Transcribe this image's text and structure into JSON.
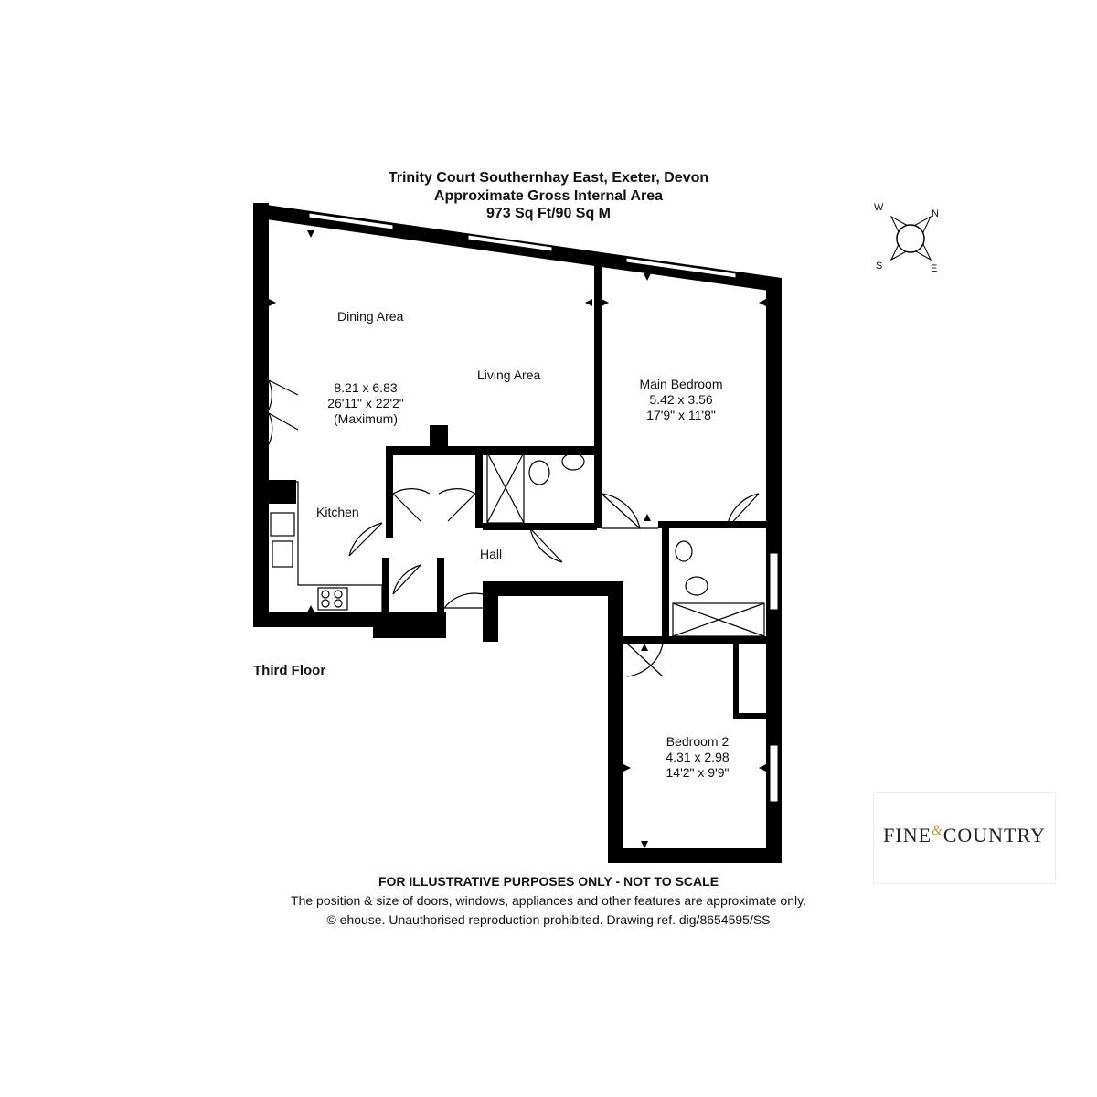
{
  "header": {
    "title": "Trinity Court Southernhay East, Exeter, Devon",
    "subtitle": "Approximate Gross Internal Area",
    "area": "973 Sq Ft/90 Sq M"
  },
  "compass": {
    "w": "W",
    "n": "N",
    "s": "S",
    "e": "E"
  },
  "rooms": {
    "dining": "Dining Area",
    "living": "Living Area",
    "living_dims": [
      "8.21 x 6.83",
      "26'11\" x 22'2\"",
      "(Maximum)"
    ],
    "kitchen": "Kitchen",
    "hall": "Hall",
    "main_bedroom": {
      "name": "Main Bedroom",
      "metric": "5.42 x 3.56",
      "imperial": "17'9\" x 11'8\""
    },
    "bedroom2": {
      "name": "Bedroom 2",
      "metric": "4.31 x 2.98",
      "imperial": "14'2\" x 9'9\""
    }
  },
  "floor_label": "Third Floor",
  "footer": {
    "disclaimer": "FOR ILLUSTRATIVE PURPOSES ONLY - NOT TO SCALE",
    "note": "The position & size of doors, windows, appliances and other features are approximate only.",
    "copyright": "© ehouse. Unauthorised reproduction prohibited. Drawing ref. dig/8654595/SS"
  },
  "logo": {
    "fine": "FINE",
    "amp": "&",
    "country": "COUNTRY"
  }
}
